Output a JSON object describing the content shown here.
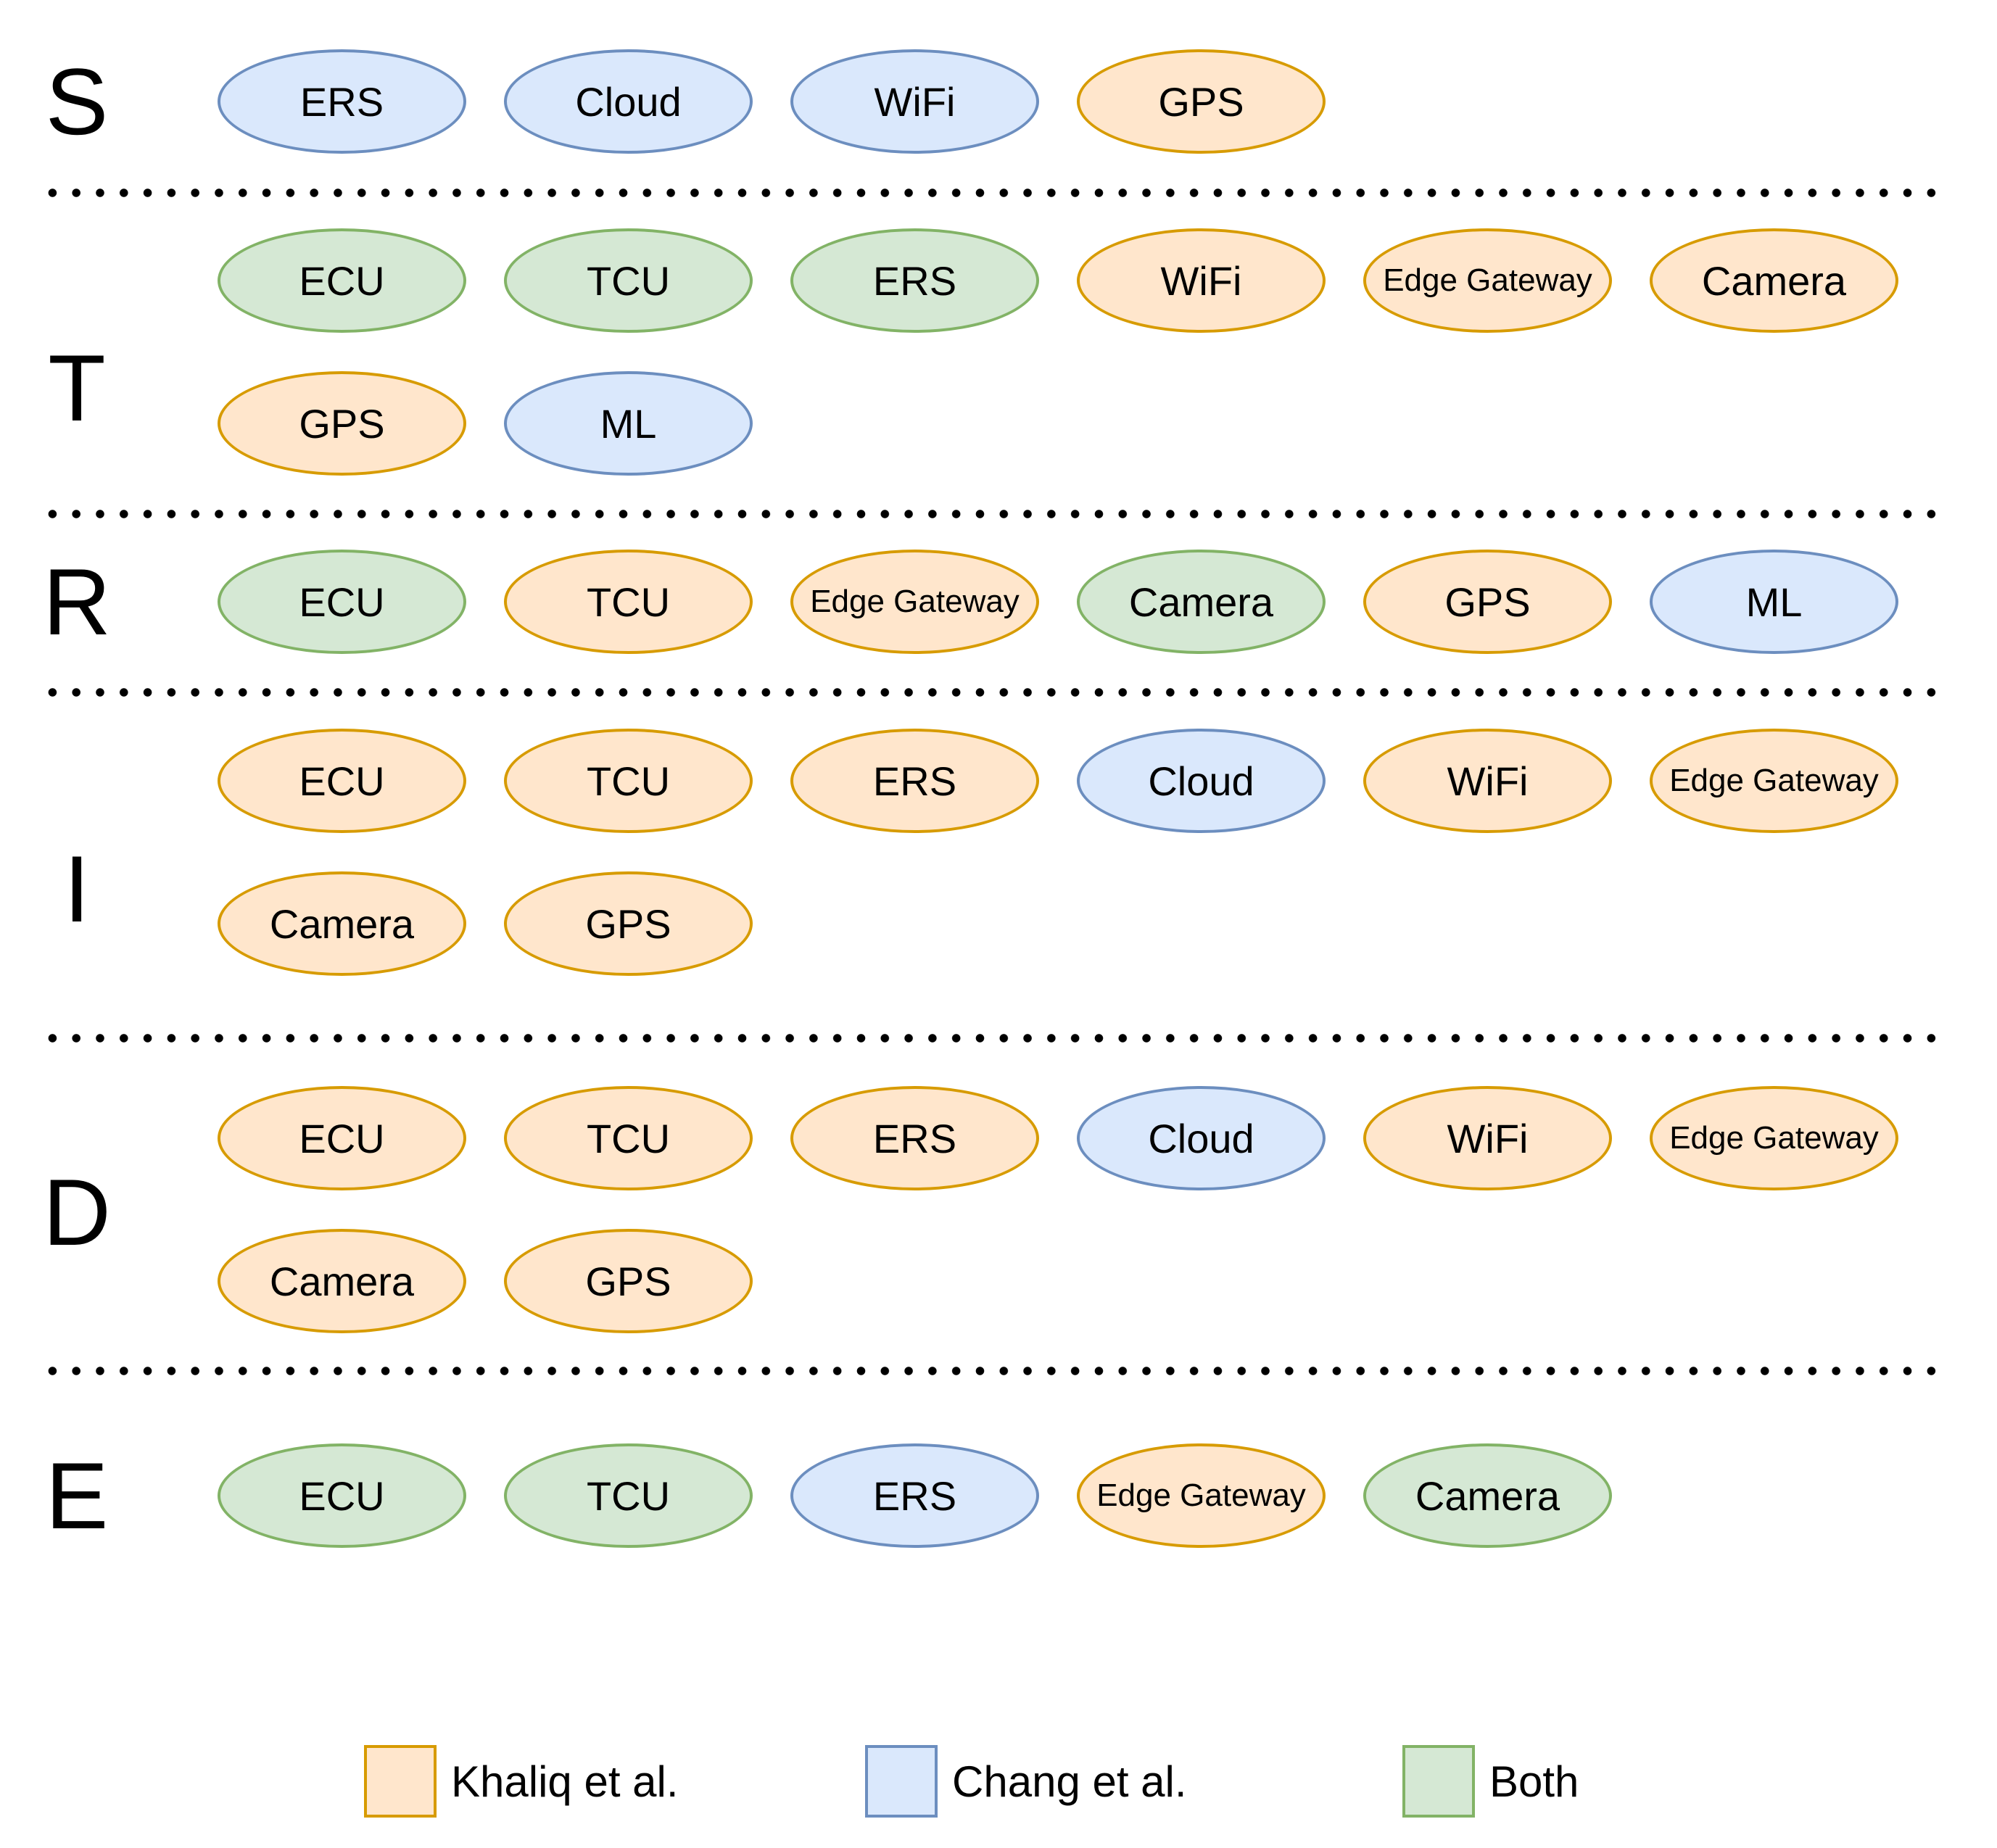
{
  "categories": {
    "khaliq": {
      "label": "Khaliq et al.",
      "fill": "#ffe6cc",
      "stroke": "#d79b00"
    },
    "chang": {
      "label": "Chang et al.",
      "fill": "#dae8fc",
      "stroke": "#6c8ebf"
    },
    "both": {
      "label": "Both",
      "fill": "#d5e8d4",
      "stroke": "#82b366"
    }
  },
  "rows": [
    {
      "letter": "S",
      "lines": [
        [
          {
            "label": "ERS",
            "cat": "chang"
          },
          {
            "label": "Cloud",
            "cat": "chang"
          },
          {
            "label": "WiFi",
            "cat": "chang"
          },
          {
            "label": "GPS",
            "cat": "khaliq"
          }
        ]
      ]
    },
    {
      "letter": "T",
      "lines": [
        [
          {
            "label": "ECU",
            "cat": "both"
          },
          {
            "label": "TCU",
            "cat": "both"
          },
          {
            "label": "ERS",
            "cat": "both"
          },
          {
            "label": "WiFi",
            "cat": "khaliq"
          },
          {
            "label": "Edge Gateway",
            "cat": "khaliq"
          },
          {
            "label": "Camera",
            "cat": "khaliq"
          }
        ],
        [
          {
            "label": "GPS",
            "cat": "khaliq"
          },
          {
            "label": "ML",
            "cat": "chang"
          }
        ]
      ]
    },
    {
      "letter": "R",
      "lines": [
        [
          {
            "label": "ECU",
            "cat": "both"
          },
          {
            "label": "TCU",
            "cat": "khaliq"
          },
          {
            "label": "Edge Gateway",
            "cat": "khaliq"
          },
          {
            "label": "Camera",
            "cat": "both"
          },
          {
            "label": "GPS",
            "cat": "khaliq"
          },
          {
            "label": "ML",
            "cat": "chang"
          }
        ]
      ]
    },
    {
      "letter": "I",
      "lines": [
        [
          {
            "label": "ECU",
            "cat": "khaliq"
          },
          {
            "label": "TCU",
            "cat": "khaliq"
          },
          {
            "label": "ERS",
            "cat": "khaliq"
          },
          {
            "label": "Cloud",
            "cat": "chang"
          },
          {
            "label": "WiFi",
            "cat": "khaliq"
          },
          {
            "label": "Edge Gateway",
            "cat": "khaliq"
          }
        ],
        [
          {
            "label": "Camera",
            "cat": "khaliq"
          },
          {
            "label": "GPS",
            "cat": "khaliq"
          }
        ]
      ]
    },
    {
      "letter": "D",
      "lines": [
        [
          {
            "label": "ECU",
            "cat": "khaliq"
          },
          {
            "label": "TCU",
            "cat": "khaliq"
          },
          {
            "label": "ERS",
            "cat": "khaliq"
          },
          {
            "label": "Cloud",
            "cat": "chang"
          },
          {
            "label": "WiFi",
            "cat": "khaliq"
          },
          {
            "label": "Edge Gateway",
            "cat": "khaliq"
          }
        ],
        [
          {
            "label": "Camera",
            "cat": "khaliq"
          },
          {
            "label": "GPS",
            "cat": "khaliq"
          }
        ]
      ]
    },
    {
      "letter": "E",
      "lines": [
        [
          {
            "label": "ECU",
            "cat": "both"
          },
          {
            "label": "TCU",
            "cat": "both"
          },
          {
            "label": "ERS",
            "cat": "chang"
          },
          {
            "label": "Edge Gateway",
            "cat": "khaliq"
          },
          {
            "label": "Camera",
            "cat": "both"
          }
        ]
      ]
    }
  ],
  "legend": [
    {
      "cat": "khaliq",
      "label": "Khaliq et al."
    },
    {
      "cat": "chang",
      "label": "Chang et al."
    },
    {
      "cat": "both",
      "label": "Both"
    }
  ]
}
